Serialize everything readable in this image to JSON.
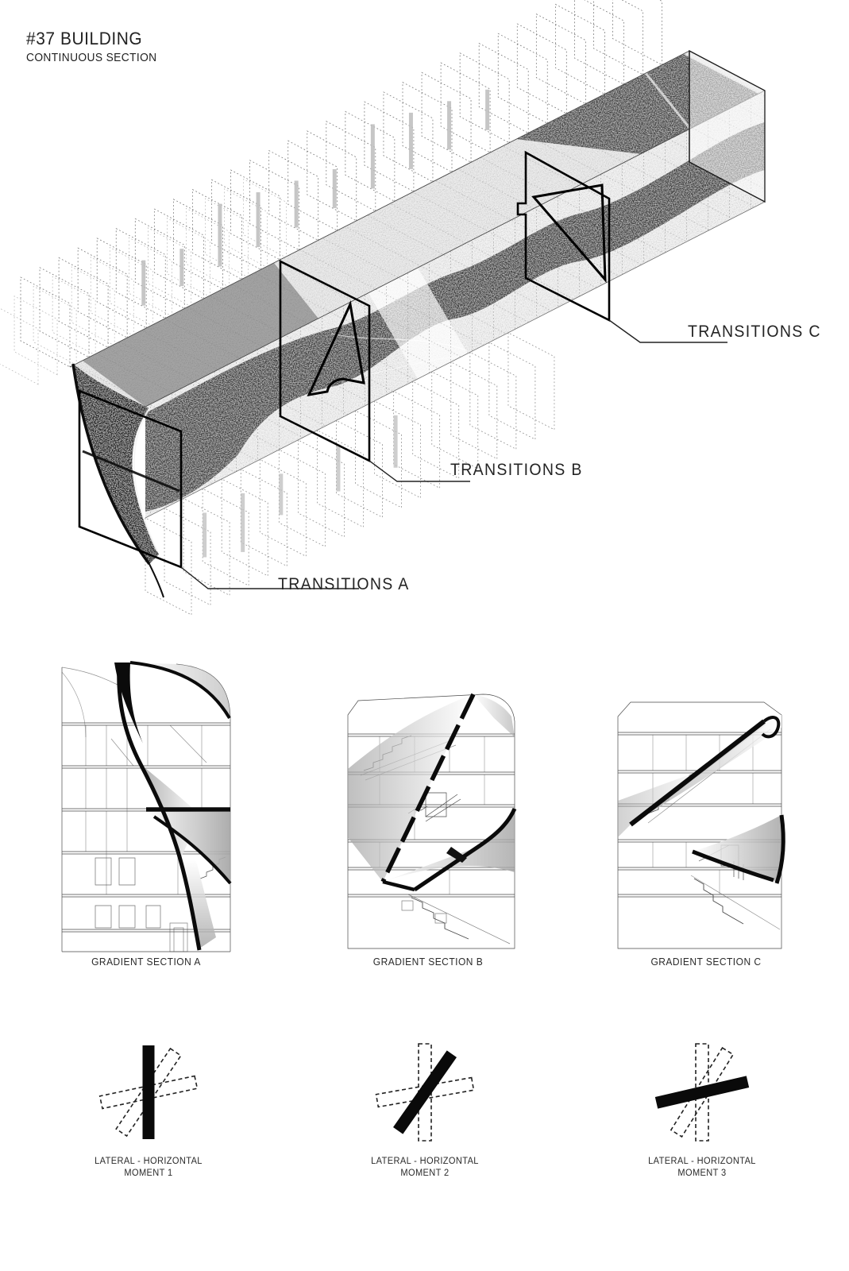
{
  "title": {
    "line1": "#37 BUILDING",
    "line2": "CONTINUOUS SECTION"
  },
  "axon": {
    "labels": {
      "a": "TRANSITIONS A",
      "b": "TRANSITIONS B",
      "c": "TRANSITIONS C"
    }
  },
  "sections": [
    "GRADIENT SECTION A",
    "GRADIENT SECTION B",
    "GRADIENT SECTION C"
  ],
  "moments": [
    {
      "line1": "LATERAL - HORIZONTAL",
      "line2": "MOMENT 1"
    },
    {
      "line1": "LATERAL - HORIZONTAL",
      "line2": "MOMENT 2"
    },
    {
      "line1": "LATERAL - HORIZONTAL",
      "line2": "MOMENT 3"
    }
  ],
  "colors": {
    "paper": "#ffffff",
    "ink": "#1d1d1d",
    "dark_surface": "#2f2f2f",
    "light_face": "#ececec",
    "column_gray": "#bdbdbd",
    "dotted_line": "#6a6a6a"
  }
}
